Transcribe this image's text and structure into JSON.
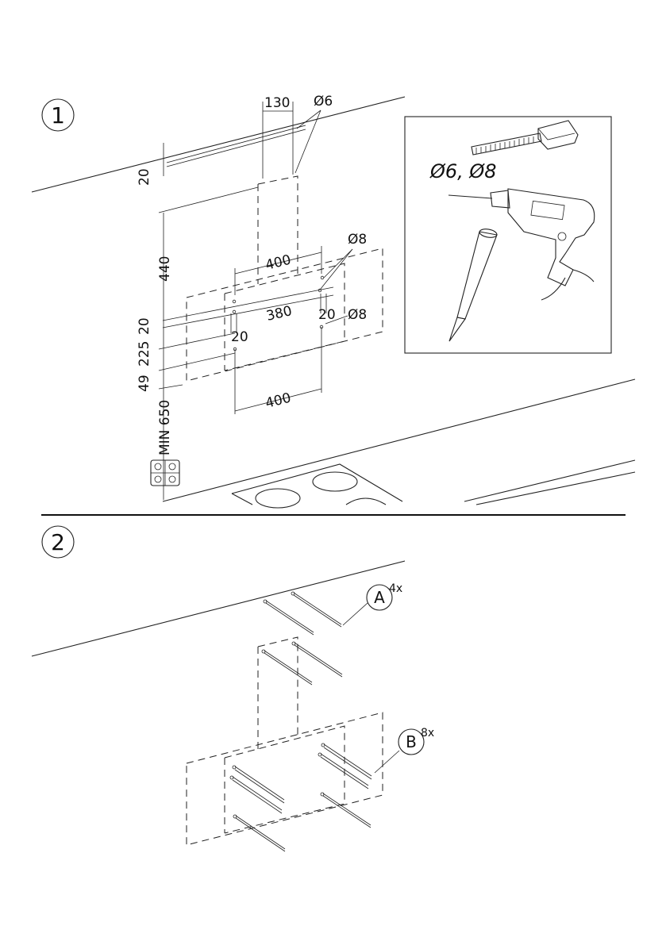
{
  "steps": [
    {
      "number": "1"
    },
    {
      "number": "2"
    }
  ],
  "step1": {
    "dims": {
      "spacing_130": "130",
      "hole_dia_6": "Ø6",
      "offset_20_top": "20",
      "height_440": "440",
      "width_400_upper": "400",
      "hole_dia_8_upper": "Ø8",
      "width_380": "380",
      "offset_20_left": "20",
      "offset_20_right": "20",
      "hole_dia_8_lower": "Ø8",
      "side_20": "20",
      "side_225": "225",
      "side_49": "49",
      "width_400_lower": "400",
      "min_650": "MIN 650"
    },
    "tools": {
      "drill_sizes": "Ø6, Ø8"
    }
  },
  "step2": {
    "callouts": [
      {
        "letter": "A",
        "qty": "4x"
      },
      {
        "letter": "B",
        "qty": "8x"
      }
    ]
  }
}
